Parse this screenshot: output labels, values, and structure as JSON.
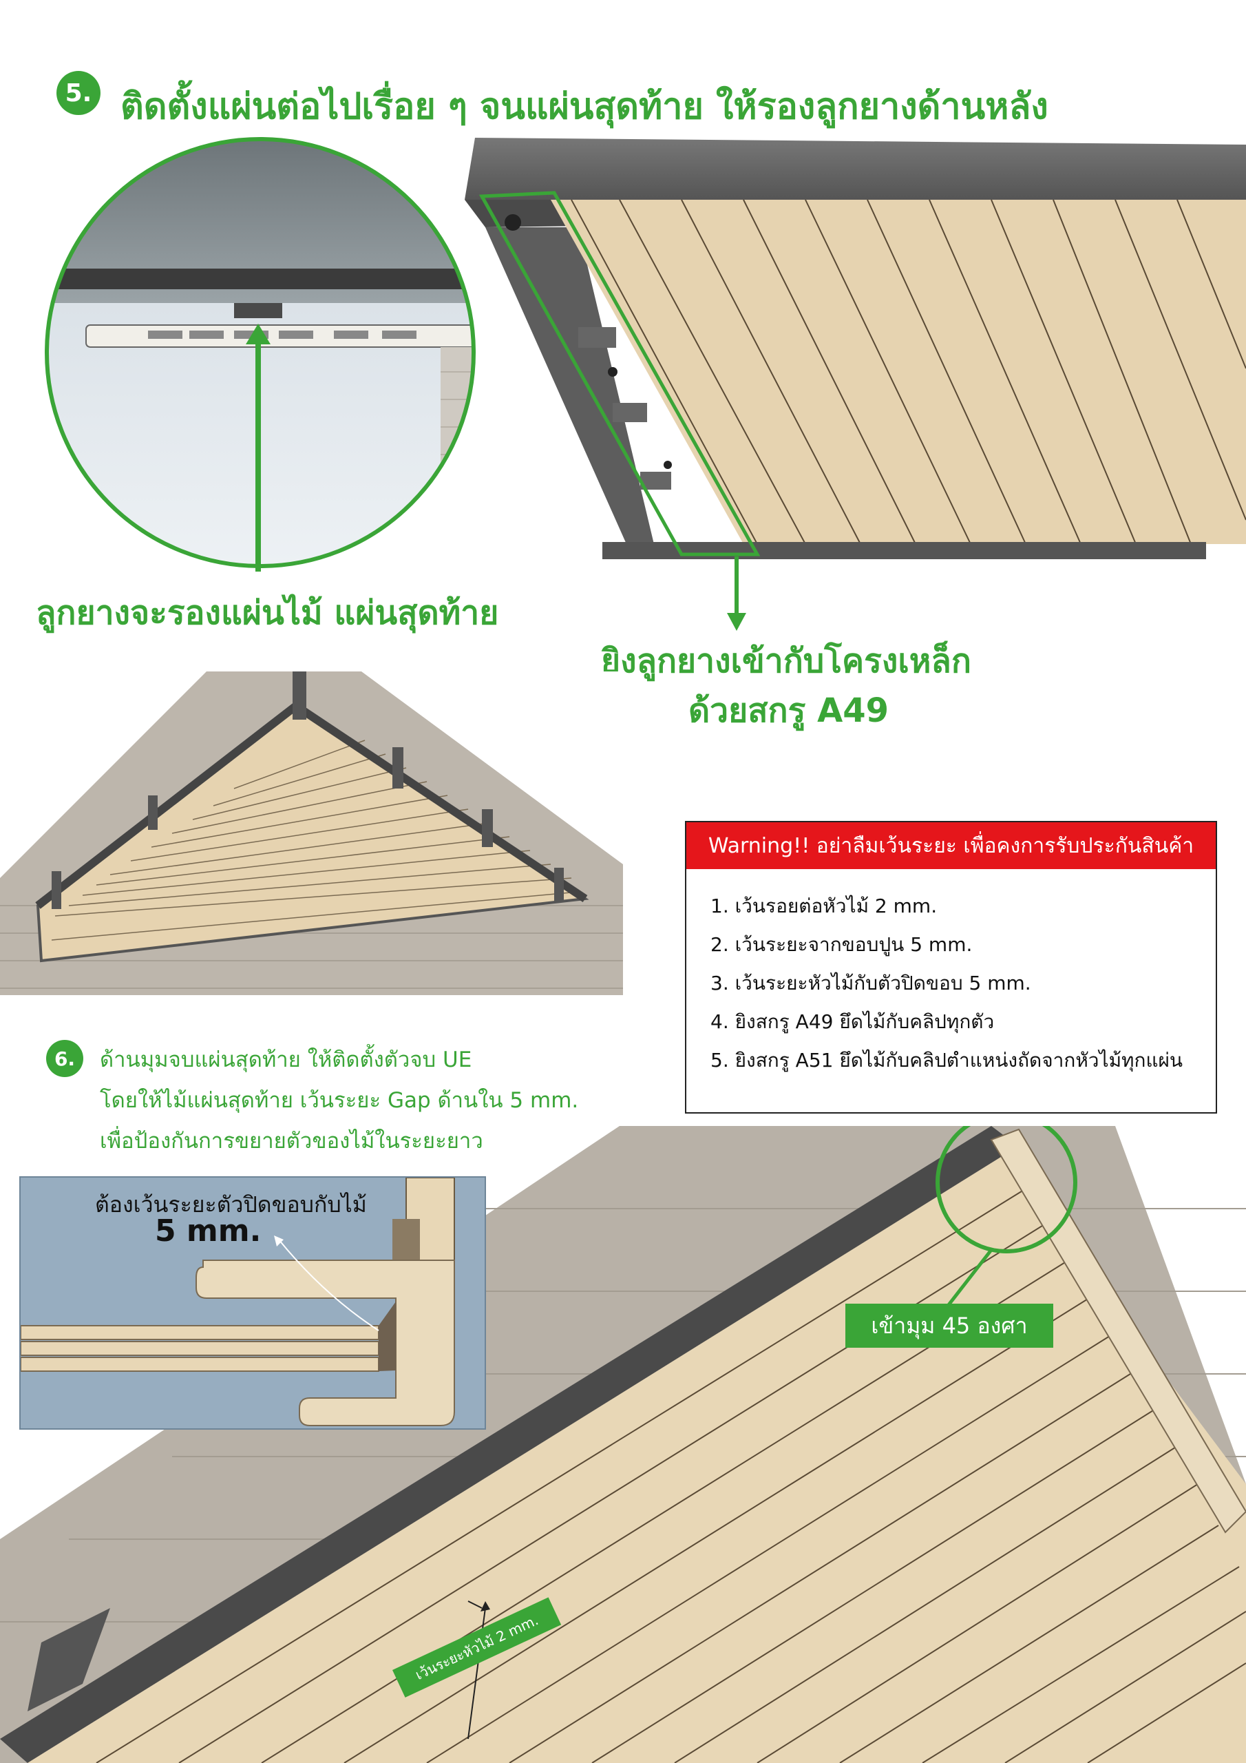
{
  "step5": {
    "number": "5.",
    "title": "ติดตั้งแผ่นต่อไปเรื่อย ๆ จนแผ่นสุดท้าย ให้รองลูกยางด้านหลัง",
    "rubber_caption": "ลูกยางจะรองแผ่นไม้ แผ่นสุดท้าย",
    "screw_caption_line1": "ยิงลูกยางเข้ากับโครงเหล็ก",
    "screw_caption_line2": "ด้วยสกรู A49"
  },
  "warning": {
    "header": "Warning!! อย่าลืมเว้นระยะ เพื่อคงการรับประกันสินค้า",
    "items": [
      "1. เว้นรอยต่อหัวไม้ 2 mm.",
      "2. เว้นระยะจากขอบปูน 5 mm.",
      "3. เว้นระยะหัวไม้กับตัวปิดขอบ 5 mm.",
      "4.  ยิงสกรู A49 ยึดไม้กับคลิปทุกตัว",
      "5. ยิงสกรู A51 ยึดไม้กับคลิปตำแหน่งถัดจากหัวไม้ทุกแผ่น"
    ]
  },
  "step6": {
    "number": "6.",
    "line1": "ด้านมุมจบแผ่นสุดท้าย ให้ติดตั้งตัวจบ UE",
    "line2": "โดยให้ไม้แผ่นสุดท้าย เว้นระยะ Gap ด้านใน 5 mm.",
    "line3": "เพื่อป้องกันการขยายตัวของไม้ในระยะยาว",
    "inset_label": "ต้องเว้นระยะตัวปิดขอบกับไม้",
    "inset_value": "5 mm.",
    "corner_label": "เข้ามุม 45 องศา",
    "joint_label": "เว้นระยะหัวไม้ 2 mm."
  },
  "colors": {
    "brand_green": "#3aa537",
    "warning_red": "#e5161b"
  }
}
